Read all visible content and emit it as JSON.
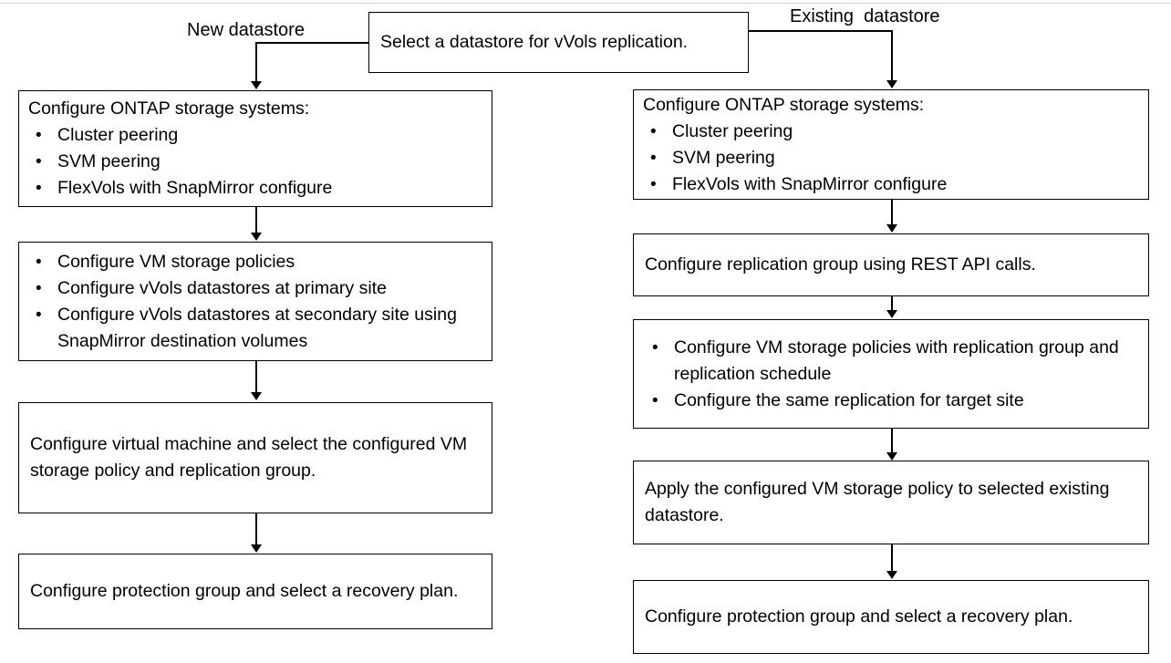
{
  "diagram": {
    "title_text": "",
    "line_color": "#000000",
    "box_fill": "#ffffff",
    "rule_color": "#d4d4d4",
    "labels": {
      "new_datastore": "New datastore",
      "existing_datastore": "Existing  datastore"
    },
    "start_node": {
      "text": "Select a datastore for vVols replication."
    },
    "left_branch": {
      "name": "New datastore branch",
      "nodes": [
        {
          "heading": "Configure ONTAP storage systems:",
          "bullets": [
            "Cluster peering",
            "SVM peering",
            "FlexVols with SnapMirror configure"
          ]
        },
        {
          "heading": "",
          "bullets": [
            "Configure VM storage policies",
            "Configure vVols datastores at primary site",
            "Configure vVols datastores at secondary site using SnapMirror destination volumes"
          ]
        },
        {
          "text": "Configure virtual machine and select the configured VM storage policy and replication group."
        },
        {
          "text": "Configure protection group and select a recovery plan."
        }
      ]
    },
    "right_branch": {
      "name": "Existing datastore branch",
      "nodes": [
        {
          "heading": "Configure ONTAP storage systems:",
          "bullets": [
            "Cluster peering",
            "SVM peering",
            "FlexVols with SnapMirror configure"
          ]
        },
        {
          "text": "Configure replication group using REST API calls."
        },
        {
          "heading": "",
          "bullets": [
            "Configure VM storage policies with replication group and replication schedule",
            "Configure the same replication for target site"
          ]
        },
        {
          "text": "Apply the configured VM storage policy to selected existing datastore."
        },
        {
          "text": "Configure protection group and select a recovery plan."
        }
      ]
    }
  }
}
